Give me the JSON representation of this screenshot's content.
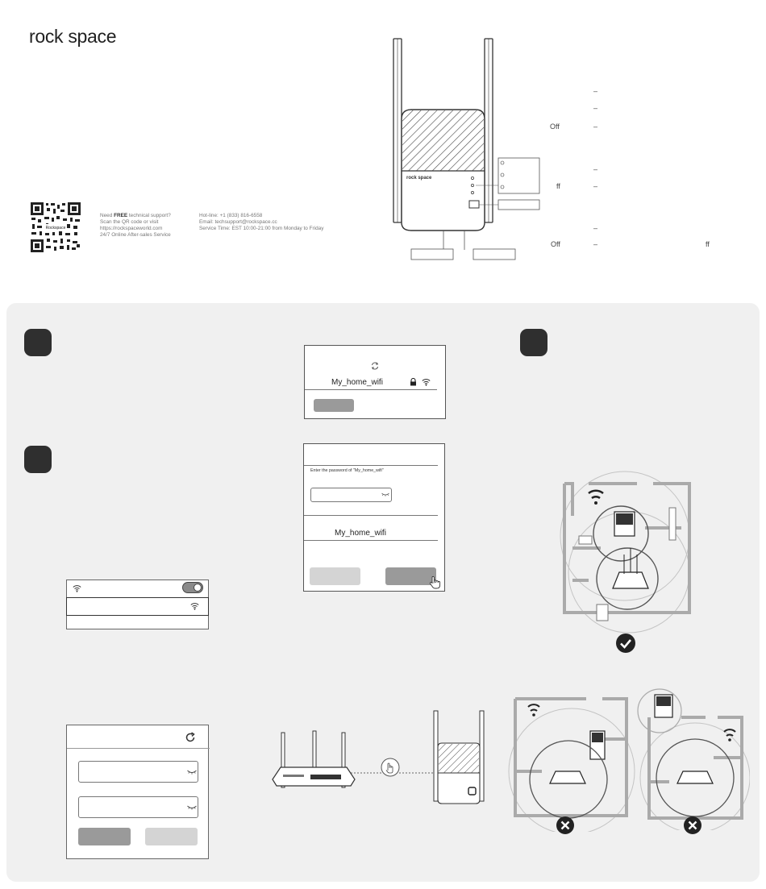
{
  "brand": {
    "logo": "rock space"
  },
  "support": {
    "lines": [
      "Need ",
      "FREE",
      " technical support?",
      "Scan the QR code or visit",
      "https://rockspaceworld.com",
      "24/7 Online After-sales Service"
    ],
    "contact": [
      "Hot-line: +1 (833) 816-6558",
      "Email: techsupport@rockspace.cc",
      "Service Time: EST 10:00-21:00 from Monday to Friday"
    ],
    "qr_text": "Rockspace"
  },
  "device": {
    "brand_label": "rock space",
    "led_states": [
      "Off",
      "ff",
      "Off",
      "ff"
    ]
  },
  "step1_card": {
    "ssid": "My_home_wifi"
  },
  "step2_card": {
    "prompt": "Enter the password of \"My_home_wifi\"",
    "ssid": "My_home_wifi"
  },
  "colors": {
    "panel_bg": "#f0f0f0",
    "step_badge": "#2f2f2f",
    "button_dark": "#9a9a9a",
    "button_light": "#d4d4d4"
  },
  "icons": [
    "refresh-icon",
    "lock-icon",
    "wifi-icon",
    "eye-closed-icon",
    "hand-pointer-icon",
    "check-icon",
    "cross-icon",
    "toggle-icon"
  ]
}
